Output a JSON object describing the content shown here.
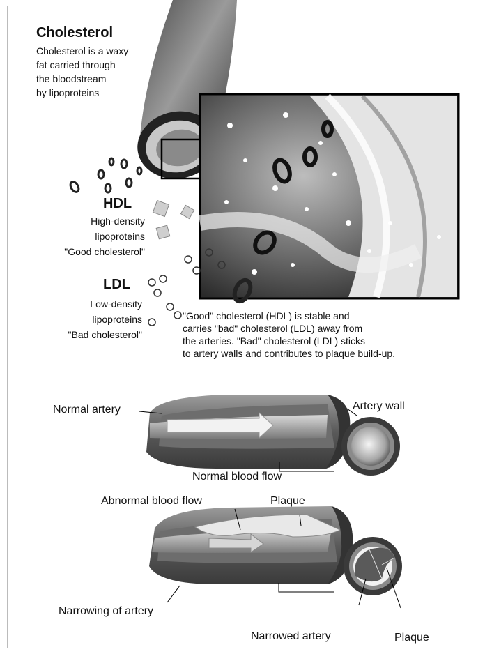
{
  "header": {
    "title": "Cholesterol",
    "intro": "Cholesterol is a waxy\nfat carried through\nthe bloodstream\nby lipoproteins"
  },
  "hdl": {
    "heading": "HDL",
    "description": "High-density\nlipoproteins\n\"Good cholesterol\""
  },
  "ldl": {
    "heading": "LDL",
    "description": "Low-density\nlipoproteins\n\"Bad cholesterol\""
  },
  "caption": "\"Good\" cholesterol (HDL) is stable and\ncarries \"bad\" cholesterol (LDL) away from\nthe arteries. \"Bad\" cholesterol (LDL) sticks\nto artery walls and contributes to plaque build-up.",
  "normal_artery": {
    "name": "Normal artery",
    "wall_label": "Artery wall",
    "flow_label": "Normal blood flow"
  },
  "narrowed_artery": {
    "abnormal_flow_label": "Abnormal blood flow",
    "plaque_label": "Plaque",
    "narrowing_label": "Narrowing of artery",
    "cross_section_label": "Narrowed artery",
    "cross_section_plaque_label": "Plaque"
  },
  "colors": {
    "ink": "#111111",
    "artery_dark": "#3c3c3c",
    "artery_mid": "#8a8a8a",
    "artery_light": "#d6d6d6",
    "plaque": "#e8e8e8"
  }
}
